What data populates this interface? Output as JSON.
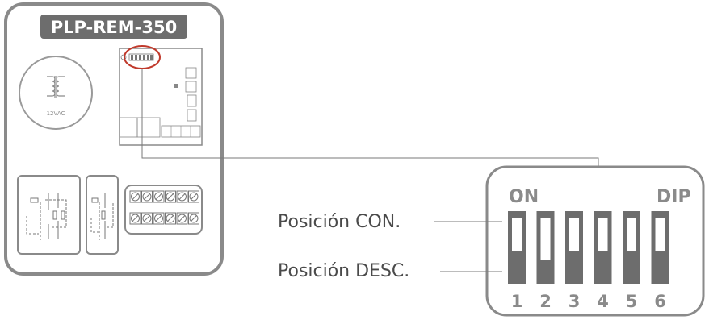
{
  "device": {
    "model_label": "PLP-REM-350",
    "transformer_label": "12VAC"
  },
  "dip_switch": {
    "on_label": "ON",
    "dip_label": "DIP",
    "switch_numbers": [
      "1",
      "2",
      "3",
      "4",
      "5",
      "6"
    ],
    "switch_states": [
      "on",
      "off",
      "on",
      "on",
      "on",
      "on"
    ]
  },
  "legend": {
    "on_position_label": "Posición CON.",
    "off_position_label": "Posición DESC."
  },
  "colors": {
    "frame": "#8a8a8a",
    "badge": "#6d6d6d",
    "callout_circle": "#c0392b",
    "text": "#4a4a4a"
  }
}
